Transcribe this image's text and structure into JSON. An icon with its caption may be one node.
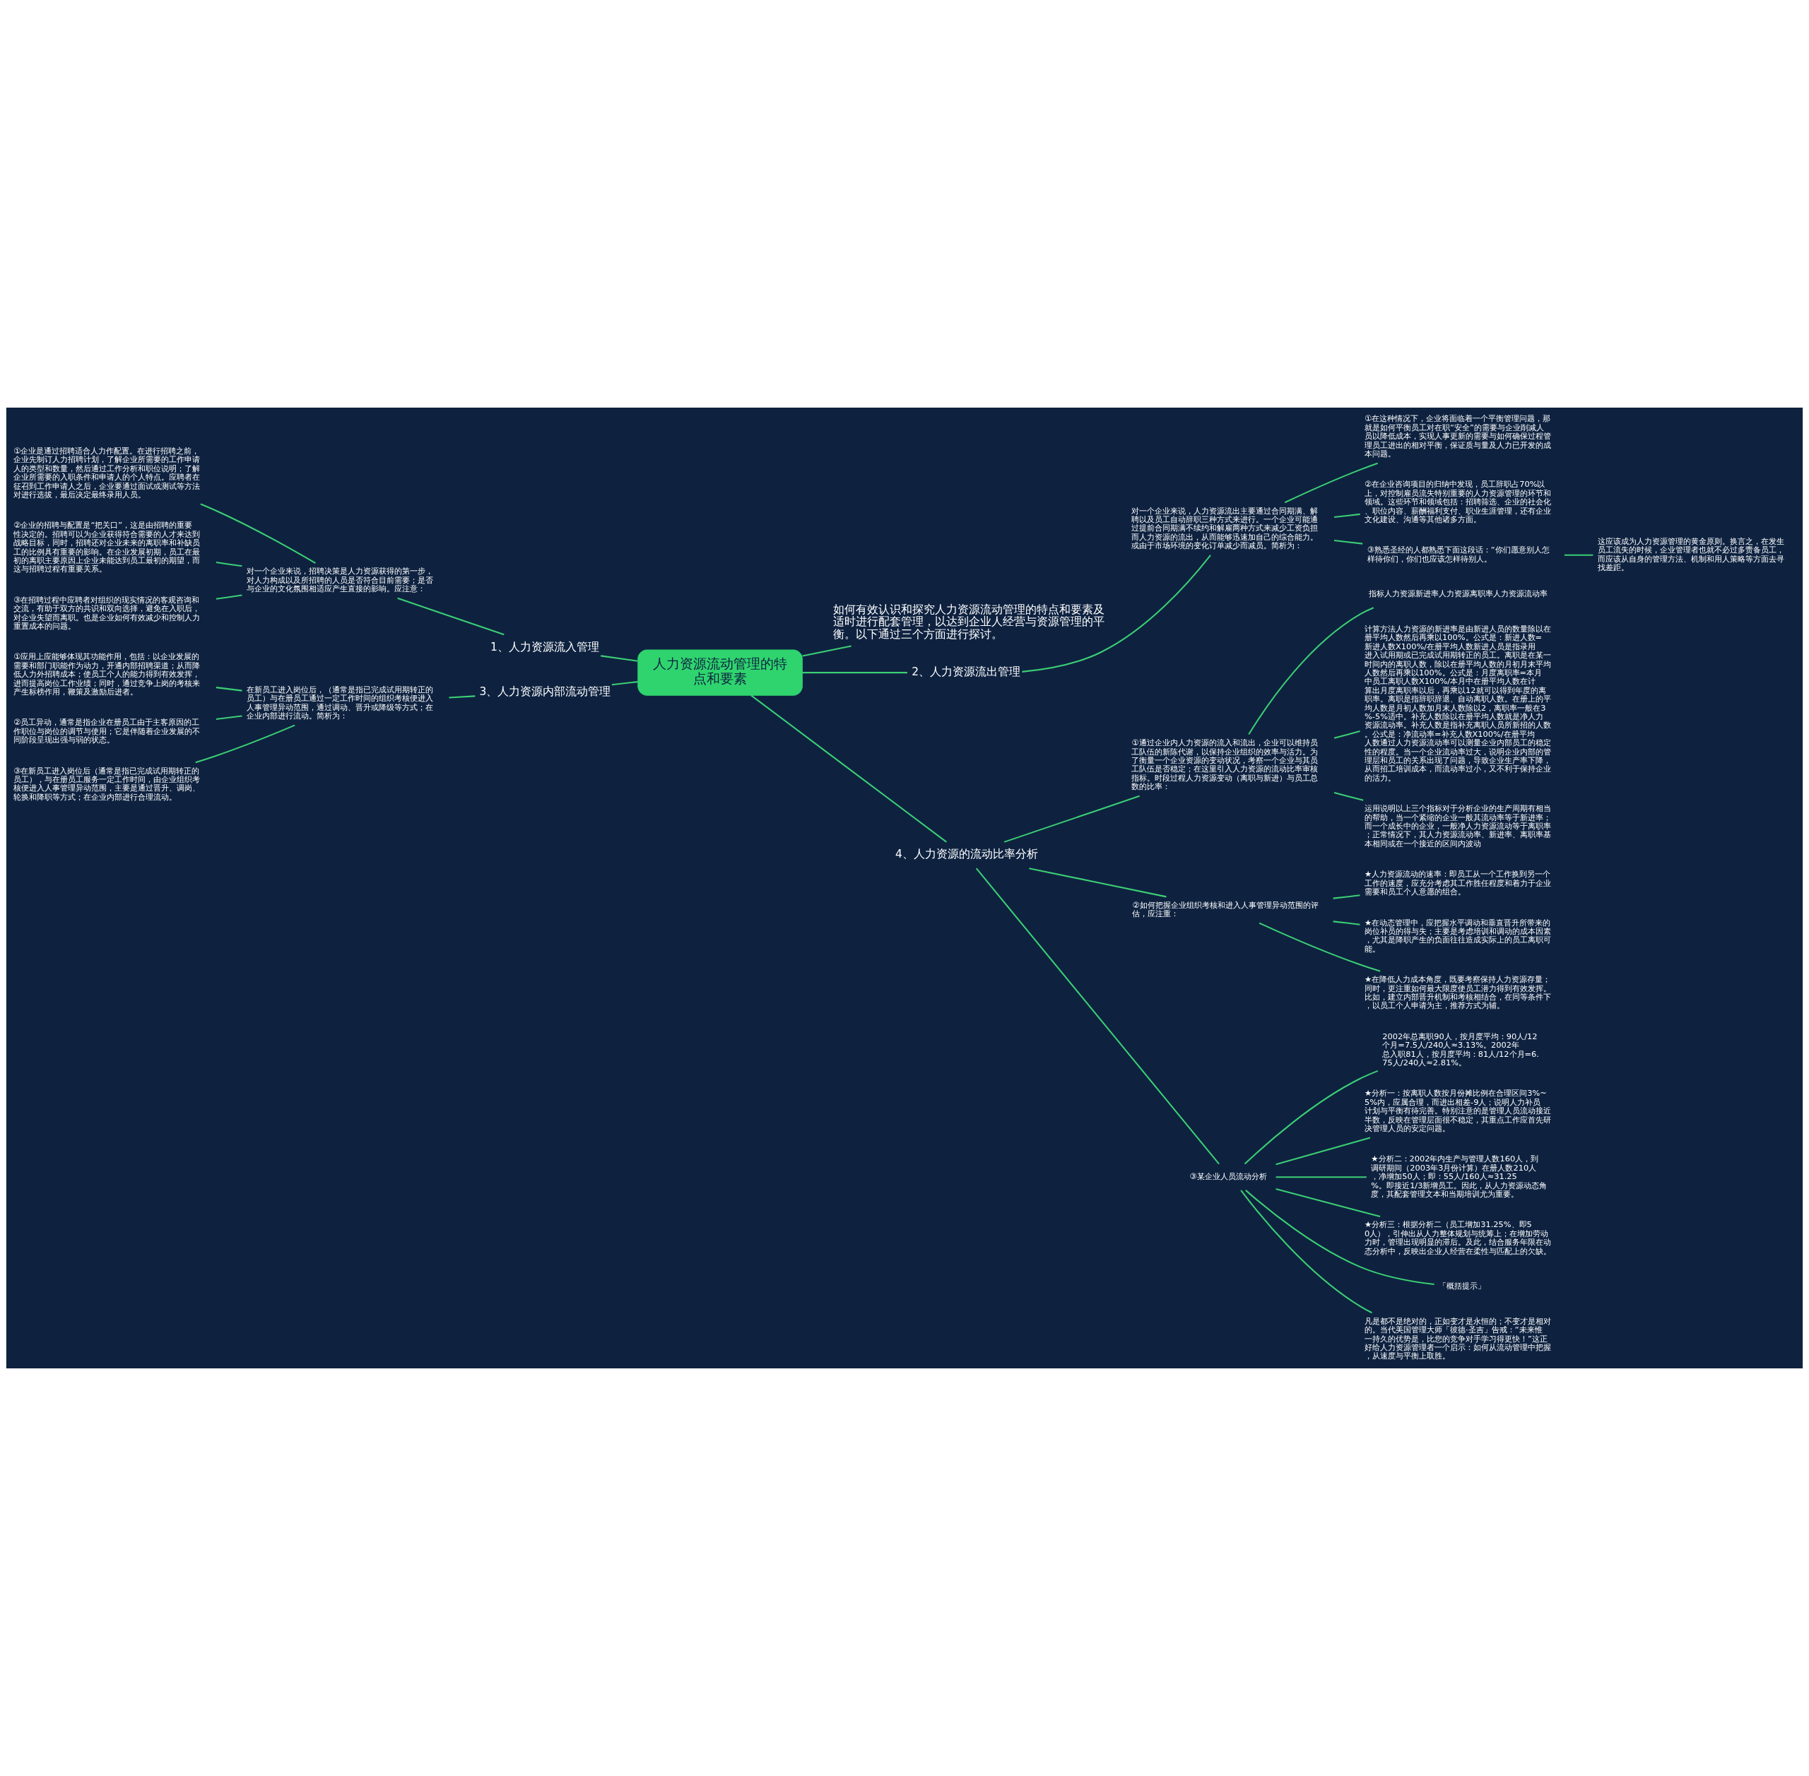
{
  "diagram": {
    "nodes": [
      {
        "text": [
          "人力资源流动管理的特点和要素"
        ]
      },
      {
        "text": [
          "如何有效认识和探究人力资源流动管理的特点和要素及适时进行配套管理，以达到企业人经营与资源管理的平衡。以下通过三个方面进行探讨。"
        ]
      },
      {
        "text": [
          "2、人力资源流出管理"
        ]
      },
      {
        "text": [
          "对一个企业来说，人力资源流出主要通过合同期满、解聘以及员工自动辞职三种方式来进行。一个企业可能通过提前合同期满不续约和解雇两种方式来减少工资负担而人力资源的流出，从而能够迅速加自己的综合能力。或由于市场环境的变化订单减少而减员。简析为："
        ]
      },
      {
        "text": [
          "①在这种情况下，企业将面临着一个平衡管理问题，那就是如何平衡员工对在职“安全”的需要与企业削减人员以降低成本，实现人事更新的需要与如何确保过程管理员工进出的相对平衡，保证质与量及人力已开发的成本问题。"
        ]
      },
      {
        "text": [
          "②在企业咨询项目的归纳中发现，员工辞职占70%以上，对控制雇员流失特别重要的人力资源管理的环节和领域。这些环节和领域包括：招聘筛选、企业的社会化、职位内容、薪酬福利支付、职业生涯管理，还有企业文化建设、沟通等其他诸多方面。"
        ]
      },
      {
        "text": [
          "③熟悉圣经的人都熟悉下面这段话：“你们愿意别人怎样待你们，你们也应该怎样待别人。"
        ]
      },
      {
        "text": [
          "这应该成为人力资源管理的黄金原则。换言之，在发生员工流失的时候，企业管理者也就不必过多责备员工，而应该从自身的管理方法、机制和用人策略等方面去寻找差距。"
        ]
      },
      {
        "text": [
          "4、人力资源的流动比率分析"
        ]
      },
      {
        "text": [
          "①通过企业内人力资源的流入和流出，企业可以维持员工队伍的新陈代谢，以保持企业组织的效率与活力。为了衡量一个企业资源的变动状况，考察一个企业与其员工队伍是否稳定；在这里引入人力资源的流动比率审核指标。时段过程人力资源变动（离职与新进）与员工总数的比率："
        ]
      },
      {
        "text": [
          "指标人力资源新进率人力资源离职率人力资源流动率"
        ]
      },
      {
        "text": [
          "计算方法人力资源的新进率是由新进人员的数量除以在册平均人数然后再乘以100%。公式是：新进人数=新进人数X100%/在册平均人数新进人员是指录用进入试用期或已完成试用期转正的员工。离职是在某一时间内的离职人数，除以在册平均人数的月初月末平均人数然后再乘以100%。公式是：月度离职率=本月中员工离职人数X100%/本月中在册平均人数在计算出月度离职率以后，再乘以12就可以得到年度的离职率。离职是指辞职辞退、自动离职人数。在册上的平均人数是月初人数加月末人数除以2，离职率一般在3%-5%适中。补充人数除以在册平均人数就是净人力资源流动率。补充人数是指补充离职人员所新招的人数。公式是：净流动率=补充人数X100%/在册平均人数通过人力资源流动率可以测量企业内部员工的稳定性的程度。当一个企业流动率过大，说明企业内部的管理层和员工的关系出现了问题，导致企业生产率下降，从而招工培训成本，而流动率过小，又不利于保持企业的活力。"
        ]
      },
      {
        "text": [
          "运用说明以上三个指标对于分析企业的生产周期有相当的帮助，当一个紧缩的企业一般其流动率等于新进率；而一个成长中的企业，一般净人力资源流动等于离职率；正常情况下，其人力资源流动率、新进率、离职率基本相同或在一个接近的区间内波动"
        ]
      },
      {
        "text": [
          "②如何把握企业组织考核和进入人事管理异动范围的评估，应注重："
        ]
      },
      {
        "text": [
          "★人力资源流动的速率：即员工从一个工作换到另一个工作的速度，应充分考虑其工作胜任程度和着力于企业需要和员工个人意愿的组合。"
        ]
      },
      {
        "text": [
          "★在动态管理中，应把握水平调动和垂直晋升所带来的岗位补员的得与失；主要是考虑培训和调动的成本因素，尤其是降职产生的负面往往造成实际上的员工离职可能。"
        ]
      },
      {
        "text": [
          "★在降低人力成本角度，既要考察保持人力资源存量；同时，更注重如何最大限度使员工潜力得到有效发挥。比如，建立内部晋升机制和考核相结合，在同等条件下，以员工个人申请为主，推荐方式为辅。"
        ]
      },
      {
        "text": [
          "③某企业人员流动分析"
        ]
      },
      {
        "text": [
          "2002年总离职90人，按月度平均：90人/12个月=7.5人/240人≈3.13%。2002年总入职81人，按月度平均：81人/12个月=6.75人/240人≈2.81%。"
        ]
      },
      {
        "text": [
          "★分析一：按离职人数按月份摊比例在合理区间3%~5%内，应属合理，而进出相差-9人；说明人力补员计划与平衡有待完善。特别注意的是管理人员流动接近半数，反映在管理层面很不稳定，其重点工作应首先研决管理人员的安定问题。"
        ]
      },
      {
        "text": [
          "★分析二：2002年内生产与管理人数160人，到调研期间（2003年3月份计算）在册人数210人，净增加50人；即：55人/160人≈31.25%。即接近1/3新增员工。因此，从人力资源动态角度，其配套管理文本和当期培训尤为重要。"
        ]
      },
      {
        "text": [
          "★分析三：根据分析二（员工增加31.25%、即50人），引伸出从人力整体规划与统筹上；在增加劳动力时，管理出现明显的滞后。及此，结合服务年限在动态分析中，反映出企业人经营在柔性与匹配上的欠缺。"
        ]
      },
      {
        "text": [
          "「概括提示」"
        ]
      },
      {
        "text": [
          "凡是都不是绝对的，正如变才是永恒的；不变才是相对的。当代美国管理大师「彼德·圣吉」告戒：“未来惟一持久的优势是，比您的竞争对手学习得更快！”这正好给人力资源管理者一个启示：如何从流动管理中把握，从速度与平衡上取胜。"
        ]
      },
      {
        "text": [
          "1、人力资源流入管理"
        ]
      },
      {
        "text": [
          "对一个企业来说，招聘决策是人力资源获得的第一步，对人力构成以及所招聘的人员是否符合目前需要；是否与企业的文化氛围相适应产生直接的影响。应注意："
        ]
      },
      {
        "text": [
          "①企业是通过招聘适合人力作配置。在进行招聘之前，企业先制订人力招聘计划，了解企业所需要的工作申请人的类型和数量，然后通过工作分析和职位说明；了解企业所需要的入职条件和申请人的个人特点。应聘者在征召到工作申请人之后，企业要通过面试或测试等方法对进行选拔，最后决定最终录用人员。"
        ]
      },
      {
        "text": [
          "②企业的招聘与配置是“把关口”，这是由招聘的重要性决定的。招聘可以为企业获得符合需要的人才来达到战略目标，同时，招聘还对企业未来的离职率和补缺员工的比例具有重要的影响。在企业发展初期，员工在最初的离职主要原因上企业未能达到员工最初的期望，而这与招聘过程有重要关系。"
        ]
      },
      {
        "text": [
          "③在招聘过程中应聘者对组织的现实情况的客观咨询和交流，有助于双方的共识和双向选择，避免在入职后，对企业失望而离职。也是企业如何有效减少和控制人力重置成本的问题。"
        ]
      },
      {
        "text": [
          "3、人力资源内部流动管理"
        ]
      },
      {
        "text": [
          "在新员工进入岗位后，（通常是指已完成试用期转正的员工）与在册员工通过一定工作时间的组织考核便进入人事管理异动范围，通过调动、晋升或降级等方式；在企业内部进行流动。简析为："
        ]
      },
      {
        "text": [
          "①应用上应能够体现其功能作用，包括：以企业发展的需要和部门职能作为动力，开通内部招聘渠道；从而降低人力外招聘成本；使员工个人的能力得到有效发挥，进而提高岗位工作业绩；同时，通过竞争上岗的考核来产生标榜作用，鞭策及激励后进者。"
        ]
      },
      {
        "text": [
          "②员工异动，通常是指企业在册员工由于主客原因的工作职位与岗位的调节与使用；它是伴随着企业发展的不同阶段呈现出强与弱的状态。"
        ]
      },
      {
        "text": [
          "③在新员工进入岗位后（通常是指已完成试用期转正的员工），与在册员工服务一定工作时间，由企业组织考核便进入人事管理异动范围，主要是通过晋升、调岗、轮换和降职等方式；在企业内部进行合理流动。"
        ]
      }
    ],
    "edges": [
      {
        "from": 0,
        "to": 1,
        "arrow": "none"
      },
      {
        "from": 0,
        "to": 2,
        "arrow": "none"
      },
      {
        "from": 2,
        "to": 3,
        "arrow": "none"
      },
      {
        "from": 3,
        "to": 4,
        "arrow": "none"
      },
      {
        "from": 3,
        "to": 5,
        "arrow": "none"
      },
      {
        "from": 3,
        "to": 6,
        "arrow": "none"
      },
      {
        "from": 6,
        "to": 7,
        "arrow": "none"
      },
      {
        "from": 0,
        "to": 8,
        "arrow": "none"
      },
      {
        "from": 8,
        "to": 9,
        "arrow": "none"
      },
      {
        "from": 9,
        "to": 10,
        "arrow": "none"
      },
      {
        "from": 9,
        "to": 11,
        "arrow": "none"
      },
      {
        "from": 9,
        "to": 12,
        "arrow": "none"
      },
      {
        "from": 8,
        "to": 13,
        "arrow": "none"
      },
      {
        "from": 13,
        "to": 14,
        "arrow": "none"
      },
      {
        "from": 13,
        "to": 15,
        "arrow": "none"
      },
      {
        "from": 13,
        "to": 16,
        "arrow": "none"
      },
      {
        "from": 8,
        "to": 17,
        "arrow": "none"
      },
      {
        "from": 17,
        "to": 18,
        "arrow": "none"
      },
      {
        "from": 17,
        "to": 19,
        "arrow": "none"
      },
      {
        "from": 17,
        "to": 20,
        "arrow": "none"
      },
      {
        "from": 17,
        "to": 21,
        "arrow": "none"
      },
      {
        "from": 17,
        "to": 22,
        "arrow": "none"
      },
      {
        "from": 17,
        "to": 23,
        "arrow": "none"
      },
      {
        "from": 0,
        "to": 24,
        "arrow": "none"
      },
      {
        "from": 24,
        "to": 25,
        "arrow": "none"
      },
      {
        "from": 25,
        "to": 26,
        "arrow": "none"
      },
      {
        "from": 25,
        "to": 27,
        "arrow": "none"
      },
      {
        "from": 25,
        "to": 28,
        "arrow": "none"
      },
      {
        "from": 0,
        "to": 29,
        "arrow": "none"
      },
      {
        "from": 29,
        "to": 30,
        "arrow": "none"
      },
      {
        "from": 30,
        "to": 31,
        "arrow": "none"
      },
      {
        "from": 30,
        "to": 32,
        "arrow": "none"
      },
      {
        "from": 30,
        "to": 33,
        "arrow": "none"
      }
    ]
  }
}
